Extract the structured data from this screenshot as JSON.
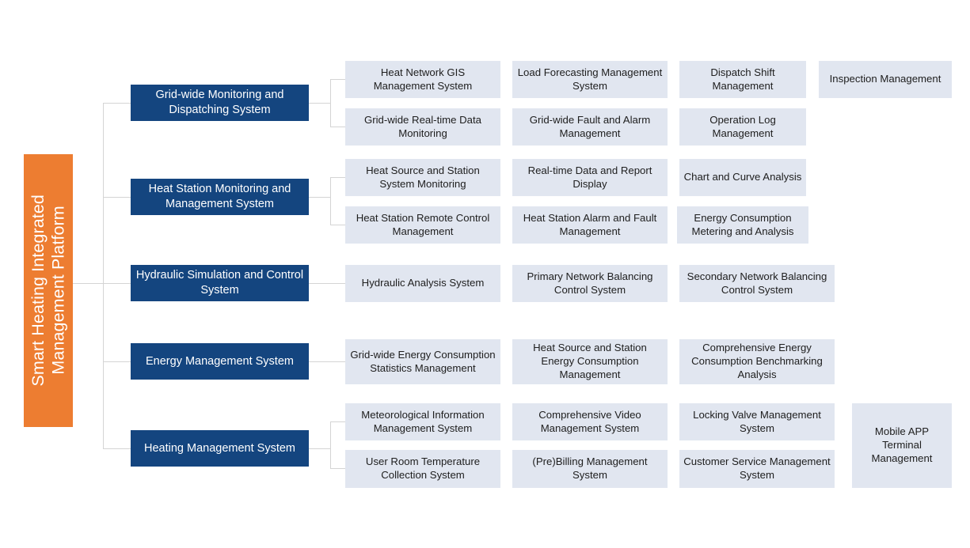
{
  "diagram": {
    "type": "hierarchy-tree",
    "root": {
      "label": "Smart Heating Integrated\nManagement Platform",
      "color": "#ED7D31",
      "text_color": "#FFFFFF"
    },
    "level1_color": "#14457F",
    "level1_text_color": "#FFFFFF",
    "level2_color": "#E1E6F0",
    "level2_text_color": "#202020",
    "connector_color": "#D4D4D4",
    "groups": [
      {
        "id": "grid-wide-monitoring-and-dispatching-system",
        "label": "Grid-wide Monitoring and Dispatching System",
        "children": [
          "Heat Network GIS Management System",
          "Load Forecasting Management System",
          "Dispatch Shift Management",
          "Inspection Management",
          "Grid-wide Real-time Data Monitoring",
          "Grid-wide Fault and Alarm Management",
          "Operation Log Management"
        ]
      },
      {
        "id": "heat-station-monitoring-and-management-system",
        "label": "Heat Station Monitoring and Management System",
        "children": [
          "Heat Source and Station System Monitoring",
          "Real-time Data and Report Display",
          "Chart and Curve Analysis",
          "Heat Station Remote Control Management",
          "Heat Station Alarm and Fault Management",
          "Energy Consumption Metering and Analysis"
        ]
      },
      {
        "id": "hydraulic-simulation-and-control-system",
        "label": "Hydraulic Simulation and Control System",
        "children": [
          "Hydraulic Analysis System",
          "Primary Network Balancing Control System",
          "Secondary Network Balancing Control System"
        ]
      },
      {
        "id": "energy-management-system",
        "label": "Energy Management System",
        "children": [
          "Grid-wide Energy Consumption Statistics Management",
          "Heat Source and Station Energy Consumption Management",
          "Comprehensive Energy Consumption Benchmarking Analysis"
        ]
      },
      {
        "id": "heating-management-system",
        "label": "Heating Management System",
        "children": [
          "Meteorological Information Management System",
          "Comprehensive Video Management System",
          "Locking Valve Management System",
          "Mobile APP Terminal Management",
          "User Room Temperature Collection System",
          "(Pre)Billing Management System",
          "Customer Service Management System"
        ]
      }
    ]
  }
}
